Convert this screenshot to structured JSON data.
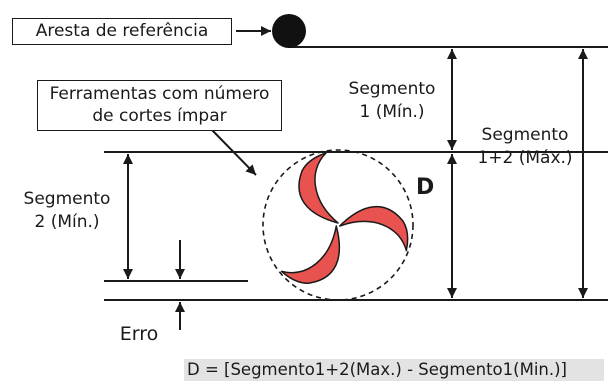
{
  "reference_edge_label": "Aresta de referência",
  "tool_label_line1": "Ferramentas  com número",
  "tool_label_line2": "de cortes ímpar",
  "segment1_line1": "Segmento",
  "segment1_line2": "1 (Mín.)",
  "segment12_line1": "Segmento",
  "segment12_line2": "1+2 (Máx.)",
  "segment2_line1": "Segmento",
  "segment2_line2": "2 (Mín.)",
  "diameter_label": "D",
  "error_label": "Erro",
  "formula": "D = [Segmento1+2(Max.) - Segmento1(Min.)]",
  "colors": {
    "cutter": "#e8534f",
    "line": "#1a1a1a",
    "formula_bg": "#e3e3e3"
  }
}
